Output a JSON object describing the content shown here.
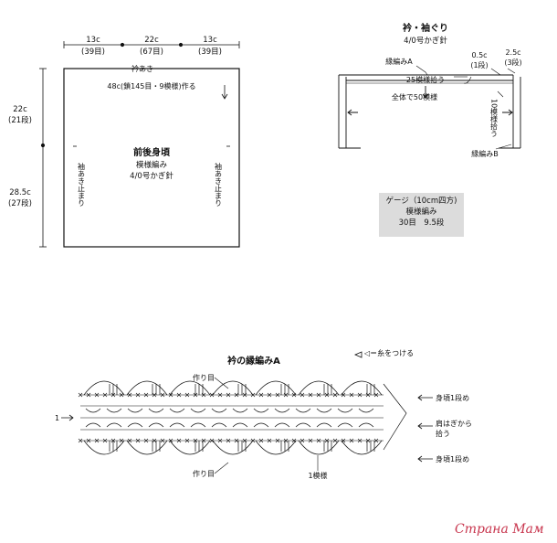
{
  "body_panel": {
    "top_widths": [
      {
        "cm": "13c",
        "stitches": "(39目)"
      },
      {
        "cm": "22c",
        "stitches": "(67目)"
      },
      {
        "cm": "13c",
        "stitches": "(39目)"
      }
    ],
    "neck_opening": "衿あき",
    "chain_note": "48c(鎖145目・9模様)作る",
    "left_heights": [
      {
        "cm": "22c",
        "rows": "(21段)"
      },
      {
        "cm": "28.5c",
        "rows": "(27段)"
      }
    ],
    "title": "前後身頃",
    "pattern": "模様編み",
    "hook": "4/0号かぎ針",
    "armhole_stop_left": "袖あき止まり",
    "armhole_stop_right": "袖あき止まり"
  },
  "collar_section": {
    "title": "衿・袖ぐり",
    "hook": "4/0号かぎ針",
    "edge_a": "縁編みA",
    "pick_up": "25模様拾う",
    "total": "全体で50模様",
    "right_width_1": {
      "cm": "0.5c",
      "rows": "(1段)"
    },
    "right_width_2": {
      "cm": "2.5c",
      "rows": "(3段)"
    },
    "right_pick": "10模様拾う",
    "edge_b": "縁編みB"
  },
  "gauge": {
    "title": "ゲージ（10cm四方)",
    "pattern": "模様編み",
    "values": "30目　9.5段"
  },
  "edging_chart": {
    "title": "衿の縁編みA",
    "legend": "◁＝糸をつける",
    "start_label": "1",
    "tsukurime_top": "作り目",
    "tsukurime_bottom": "作り目",
    "body_row_top": "身頃1段め",
    "shoulder_note": "肩はぎから拾う",
    "body_row_bottom": "身頃1段め",
    "one_pattern": "1模様"
  },
  "watermark": "Страна Мам"
}
